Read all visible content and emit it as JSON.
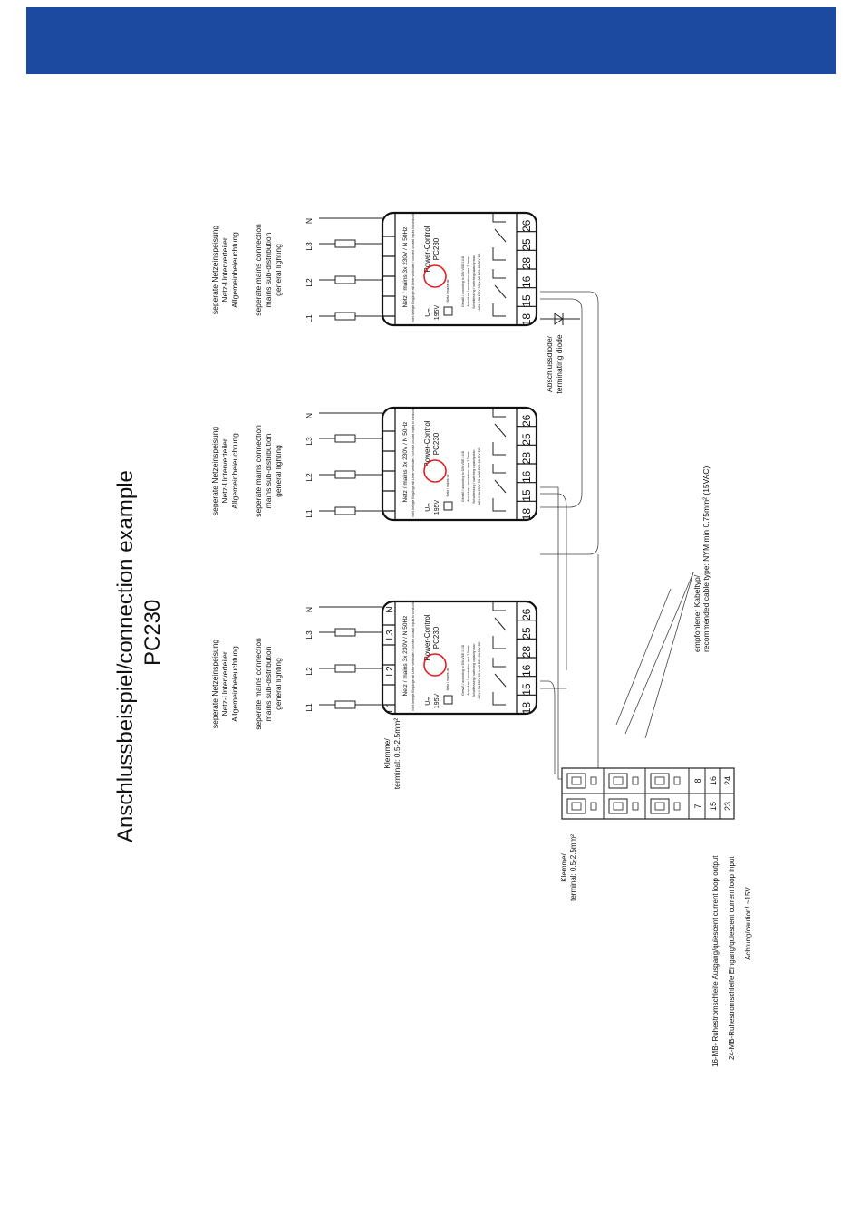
{
  "colors": {
    "banner": "#1b4aa0",
    "led": "#e02020",
    "line": "#222222"
  },
  "title": {
    "line1": "Anschlussbeispiel/connection example",
    "line2": "PC230"
  },
  "supply": {
    "de1": "seperate Netzeinspeisung",
    "de2": "Netz-Unterverteiler",
    "de3": "Allgemeinbeleuchtung",
    "en1": "seperate mains connection",
    "en2": "mains sub-distribution",
    "en3": "general lighting"
  },
  "phases": [
    "L1",
    "L2",
    "L3",
    "N"
  ],
  "unit": {
    "heading": "Netz / mains 3x 230V / N 50Hz",
    "subheading": "nicht belegte Eingänge mit Leiter verbinden / connect unused inputs to conductor",
    "brand": "Power-Control",
    "model": "PC230",
    "voltage_symbol": "Uₘ",
    "voltage": "195V",
    "status": "Netz / mains ok",
    "spec1": "Gemäß / according to DIN VDE 0108",
    "spec2": "Anschluss / connection: max 2.5mm²",
    "spec3": "Schaltleistung / switching capacity max:",
    "spec4": "AC1 0.5A 230V 50Hz AC DC1 2A 30V DC",
    "terminals": [
      "18",
      "15",
      "16",
      "28",
      "25",
      "26"
    ],
    "top_labels": [
      "L1",
      "L2",
      "L3",
      "N"
    ]
  },
  "terminal_note": {
    "de": "Klemme/",
    "en": "terminal: 0.5-2.5mm²"
  },
  "terminal_note_lower": {
    "de": "Klemme/",
    "en": "terminal: 0.5-2.5mm²"
  },
  "diode": {
    "de": "Abschlussdiode/",
    "en": "terminating diode"
  },
  "cable": {
    "de": "empfohlener Kabeltyp/",
    "en": "recommended cable type: NYM min 0.75mm² (15VAC)"
  },
  "block_terminals": {
    "row1": [
      "7",
      "8"
    ],
    "row2": [
      "15",
      "16"
    ],
    "row3": [
      "23",
      "24"
    ]
  },
  "legend": {
    "line1": "16-MB- Ruhestromschleife Ausgang/quiescent current loop output",
    "line2": "24-MB-Ruhestromschleife Eingang/quiescent current loop input",
    "line3": "Achtung/caution! ~15V"
  }
}
